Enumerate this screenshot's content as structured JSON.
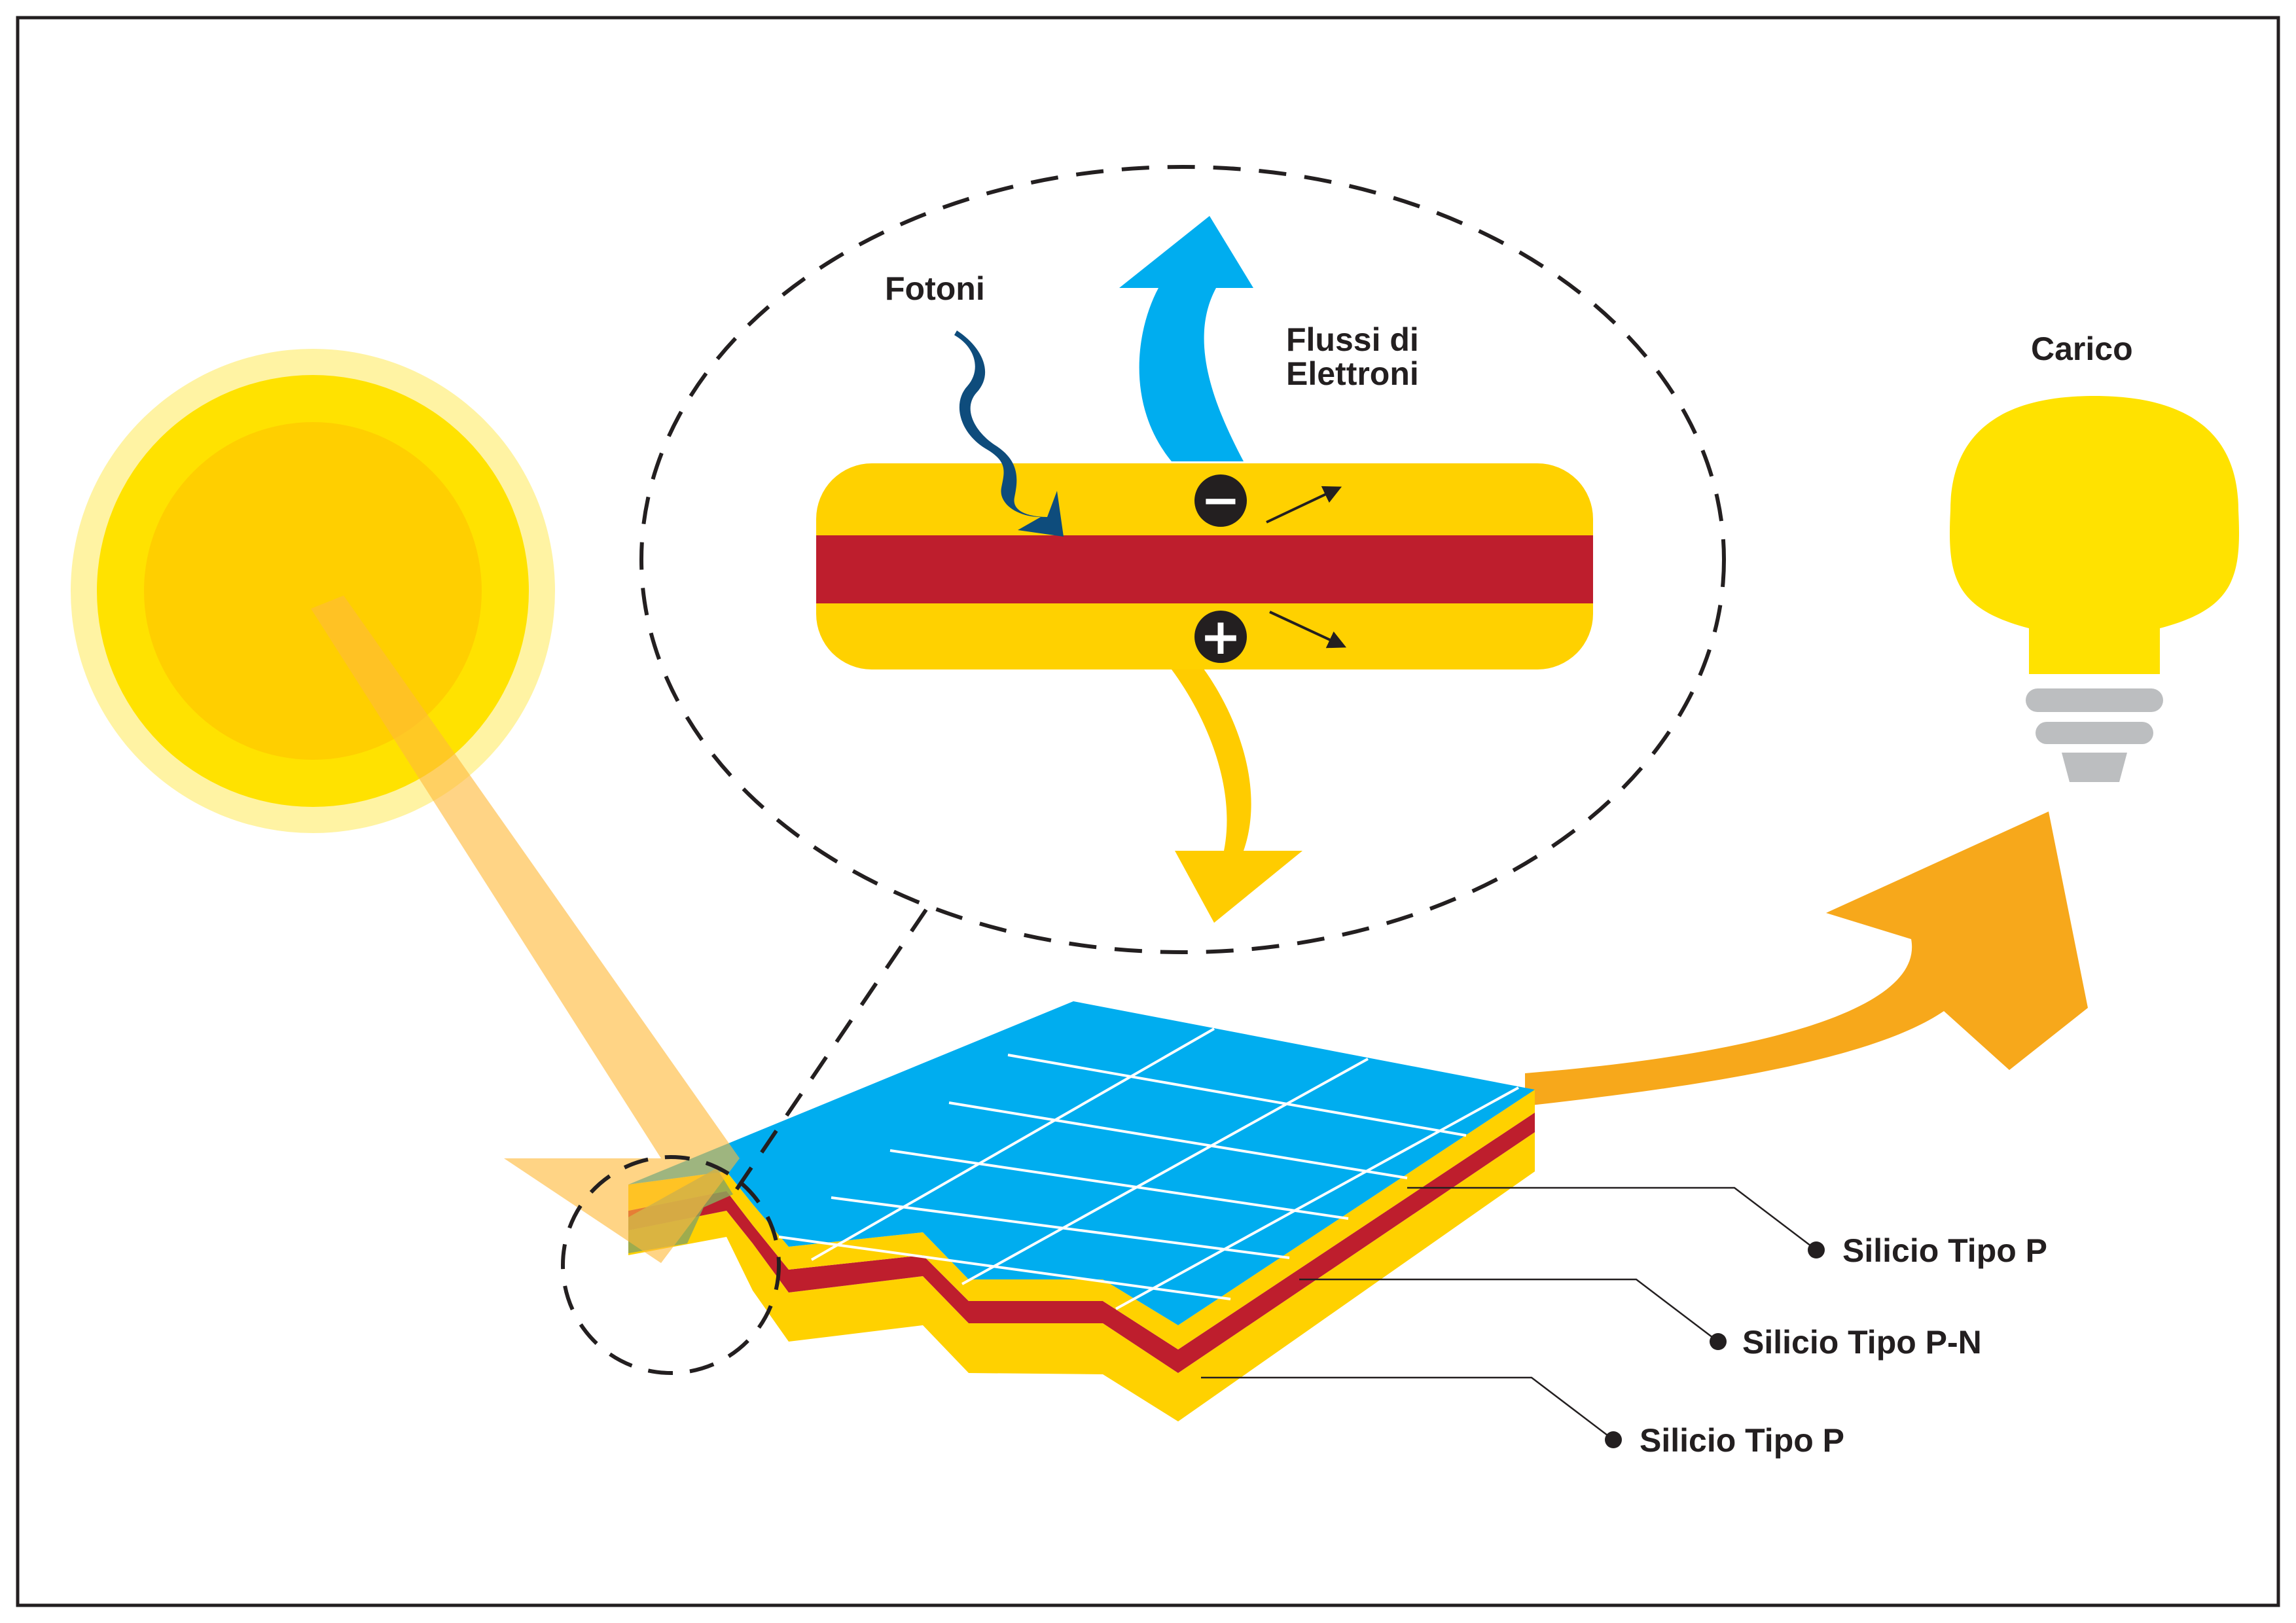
{
  "labels": {
    "photons": "Fotoni",
    "electron_flow_line1": "Flussi di",
    "electron_flow_line2": "Elettroni",
    "load": "Carico",
    "layer_top": "Silicio Tipo P",
    "layer_middle": "Silicio Tipo P-N",
    "layer_bottom": "Silicio Tipo P"
  },
  "charges": {
    "negative_symbol": "−",
    "positive_symbol": "+"
  },
  "colors": {
    "sun_outer_glow": "#FFF3A3",
    "sun_ring": "#FFE200",
    "sun_core": "#FFCF00",
    "sun_beam": "#FFC95E",
    "panel_cells": "#00ADEF",
    "panel_grid_lines": "#FFFFFF",
    "layer_p_yellow": "#FFD100",
    "layer_pn_red": "#BE1E2D",
    "photon_arrow": "#0E4C7C",
    "electron_flow_arrow": "#00ADEF",
    "hole_flow_arrow": "#FFCC00",
    "current_arrow": "#F7A81B",
    "bulb_glass": "#FFE200",
    "bulb_base": "#BCBEC0",
    "charge_marker": "#231F20",
    "frame_border": "#231F20"
  },
  "icons": {
    "sun": "sun-icon",
    "bulb": "light-bulb-icon",
    "negative_charge": "minus-circle-icon",
    "positive_charge": "plus-circle-icon"
  }
}
